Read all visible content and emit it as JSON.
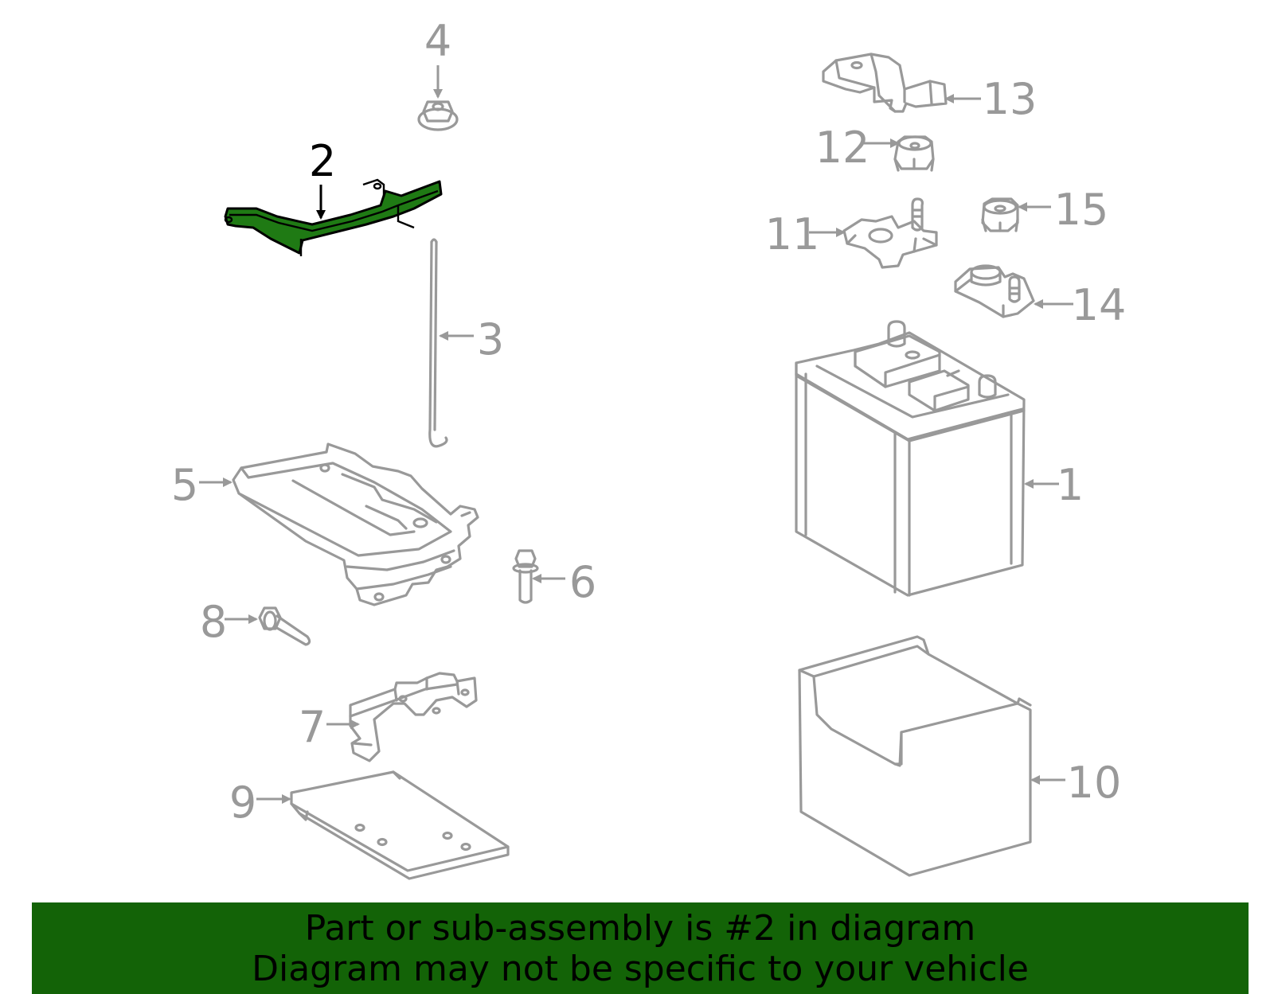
{
  "diagram": {
    "highlight_color": "#1f7a14",
    "outline_color": "#999999",
    "callouts": {
      "c1": "1",
      "c2": "2",
      "c3": "3",
      "c4": "4",
      "c5": "5",
      "c6": "6",
      "c7": "7",
      "c8": "8",
      "c9": "9",
      "c10": "10",
      "c11": "11",
      "c12": "12",
      "c13": "13",
      "c14": "14",
      "c15": "15"
    },
    "highlighted_part": "2"
  },
  "banner": {
    "color": "#136307",
    "line1": "Part or sub-assembly is #2 in diagram",
    "line2": "Diagram may not be specific to your vehicle"
  }
}
